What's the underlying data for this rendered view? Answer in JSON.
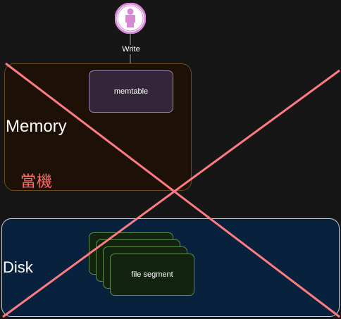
{
  "diagram": {
    "write_label": "Write",
    "memory_label": "Memory",
    "crash_label": "當機",
    "memtable_label": "memtable",
    "disk_label": "Disk",
    "segment_label": "file segment"
  },
  "colors": {
    "background": "#161616",
    "memory_fill": "#1d1107",
    "memory_border": "#6b4a1a",
    "memtable_fill": "#332639",
    "memtable_border": "#9a84b0",
    "disk_fill": "#08223e",
    "disk_border": "#c8d2dc",
    "segment_fill": "#122310",
    "segment_border": "#5e8a4a",
    "cross_out": "#ff7b82",
    "crash_text": "#ff6b6b",
    "user_icon": "#d68ad6"
  },
  "icons": {
    "user": "user-icon",
    "cross": "cross-out-icon"
  }
}
